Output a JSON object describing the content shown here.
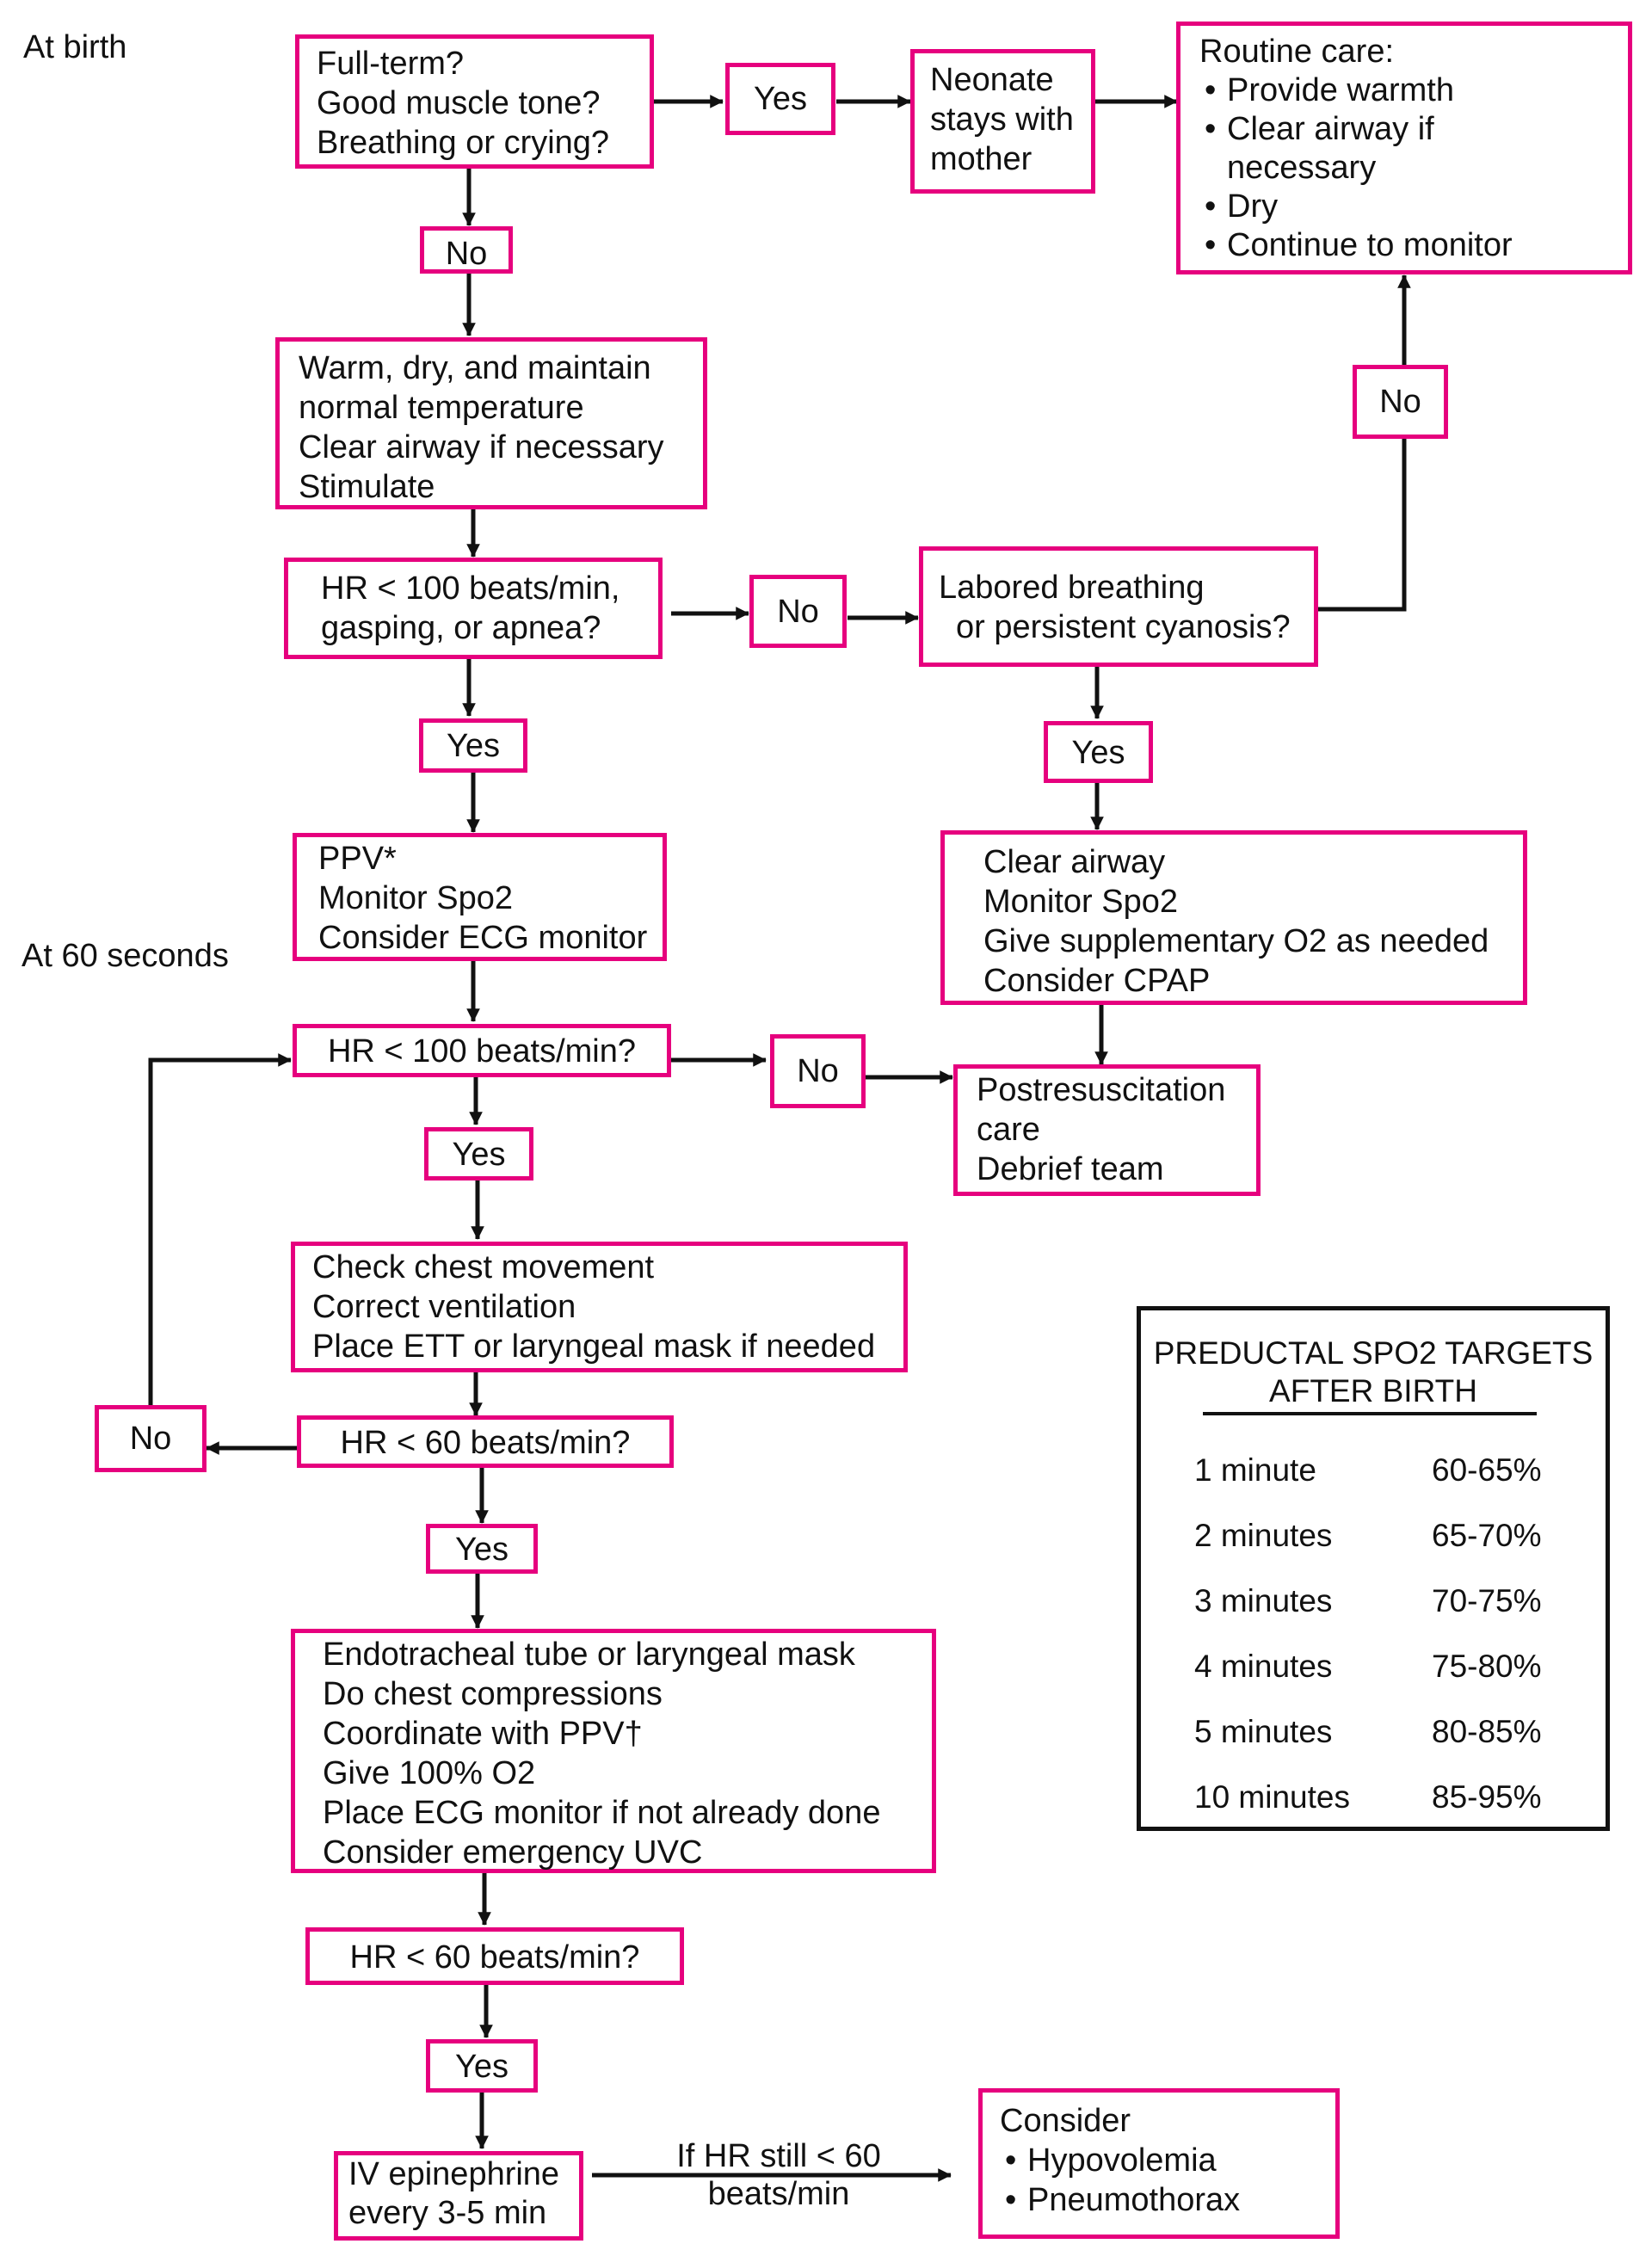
{
  "labels": {
    "at_birth": "At birth",
    "at_60_seconds": "At 60 seconds"
  },
  "nodes": {
    "initial": [
      "Full-term?",
      "Good muscle tone?",
      "Breathing or crying?"
    ],
    "yes1": "Yes",
    "stays_with_mother": [
      "Neonate",
      "stays with",
      "mother"
    ],
    "routine_care": {
      "title": "Routine care:",
      "items": [
        "Provide warmth",
        "Clear airway if necessary",
        "Dry",
        "Continue to monitor"
      ]
    },
    "no1": "No",
    "warm_dry": [
      "Warm, dry, and maintain",
      "normal temperature",
      "Clear airway if necessary",
      "Stimulate"
    ],
    "hr_gasping": [
      "HR < 100 beats/min,",
      "gasping, or apnea?"
    ],
    "no2": "No",
    "labored": [
      "Labored breathing",
      "or persistent cyanosis?"
    ],
    "no_routine": "No",
    "yes2": "Yes",
    "yes3": "Yes",
    "ppv": [
      "PPV*",
      "Monitor Spo2",
      "Consider ECG monitor"
    ],
    "clear_airway": [
      "Clear airway",
      "Monitor Spo2",
      "Give supplementary O2 as needed",
      "Consider CPAP"
    ],
    "hr100": "HR < 100 beats/min?",
    "no3": "No",
    "postresus": [
      "Postresuscitation",
      "care",
      "Debrief team"
    ],
    "yes4": "Yes",
    "check_chest": [
      "Check chest movement",
      "Correct ventilation",
      "Place ETT or laryngeal mask if needed"
    ],
    "no_loop": "No",
    "hr60a": "HR < 60 beats/min?",
    "yes5": "Yes",
    "compressions": [
      "Endotracheal tube or laryngeal mask",
      "Do chest compressions",
      "Coordinate with PPV†",
      "Give 100% O2",
      "Place ECG monitor if not already done",
      "Consider emergency UVC"
    ],
    "hr60b": "HR < 60 beats/min?",
    "yes6": "Yes",
    "epinephrine": [
      "IV epinephrine",
      "every 3-5 min"
    ],
    "if_hr_still": [
      "If HR still < 60",
      "beats/min"
    ],
    "consider": {
      "title": "Consider",
      "items": [
        "Hypovolemia",
        "Pneumothorax"
      ]
    }
  },
  "spo2_targets": {
    "title": [
      "PREDUCTAL SPO2 TARGETS",
      "AFTER BIRTH"
    ],
    "rows": [
      {
        "time": "1 minute",
        "value": "60-65%"
      },
      {
        "time": "2 minutes",
        "value": "65-70%"
      },
      {
        "time": "3 minutes",
        "value": "70-75%"
      },
      {
        "time": "4 minutes",
        "value": "75-80%"
      },
      {
        "time": "5 minutes",
        "value": "80-85%"
      },
      {
        "time": "10 minutes",
        "value": "85-95%"
      }
    ]
  },
  "colors": {
    "box_border": "#e6007e",
    "lines": "#111111"
  }
}
